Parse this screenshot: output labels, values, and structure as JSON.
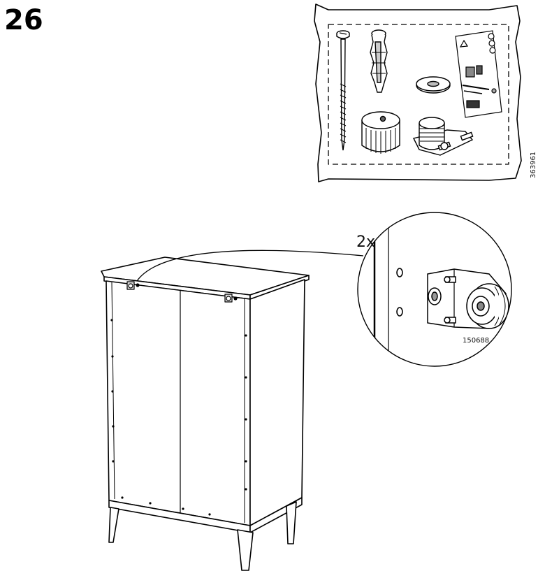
{
  "step": {
    "number": "26"
  },
  "hardware_bag": {
    "article_number": "363961"
  },
  "detail": {
    "quantity": "2x",
    "part_number": "150688"
  }
}
